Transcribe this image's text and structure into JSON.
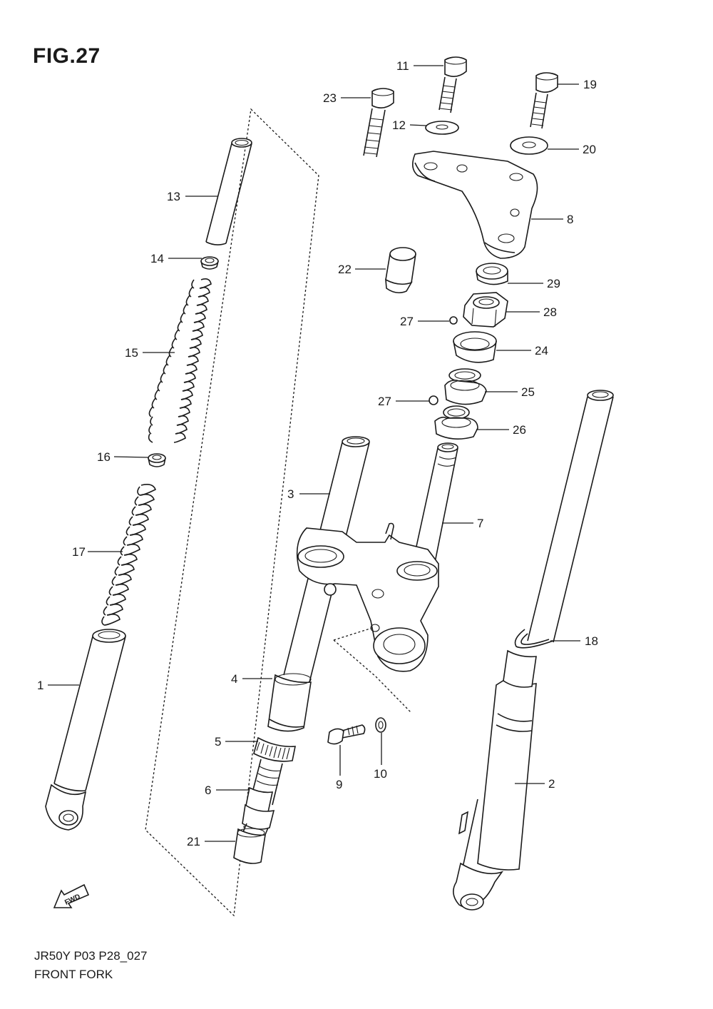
{
  "figure": {
    "title": "FIG.27"
  },
  "footer": {
    "code": "JR50Y P03 P28_027",
    "name": "FRONT FORK"
  },
  "fwd_arrow": {
    "label": "FWD",
    "icon": "fwd-arrow-icon"
  },
  "callouts": {
    "c1": "1",
    "c2": "2",
    "c3": "3",
    "c4": "4",
    "c5": "5",
    "c6": "6",
    "c7": "7",
    "c8": "8",
    "c9": "9",
    "c10": "10",
    "c11": "11",
    "c12": "12",
    "c13": "13",
    "c14": "14",
    "c15": "15",
    "c16": "16",
    "c17": "17",
    "c18": "18",
    "c19": "19",
    "c20": "20",
    "c21": "21",
    "c22": "22",
    "c23": "23",
    "c24": "24",
    "c25": "25",
    "c26": "26",
    "c27a": "27",
    "c27b": "27",
    "c28": "28",
    "c29": "29"
  }
}
